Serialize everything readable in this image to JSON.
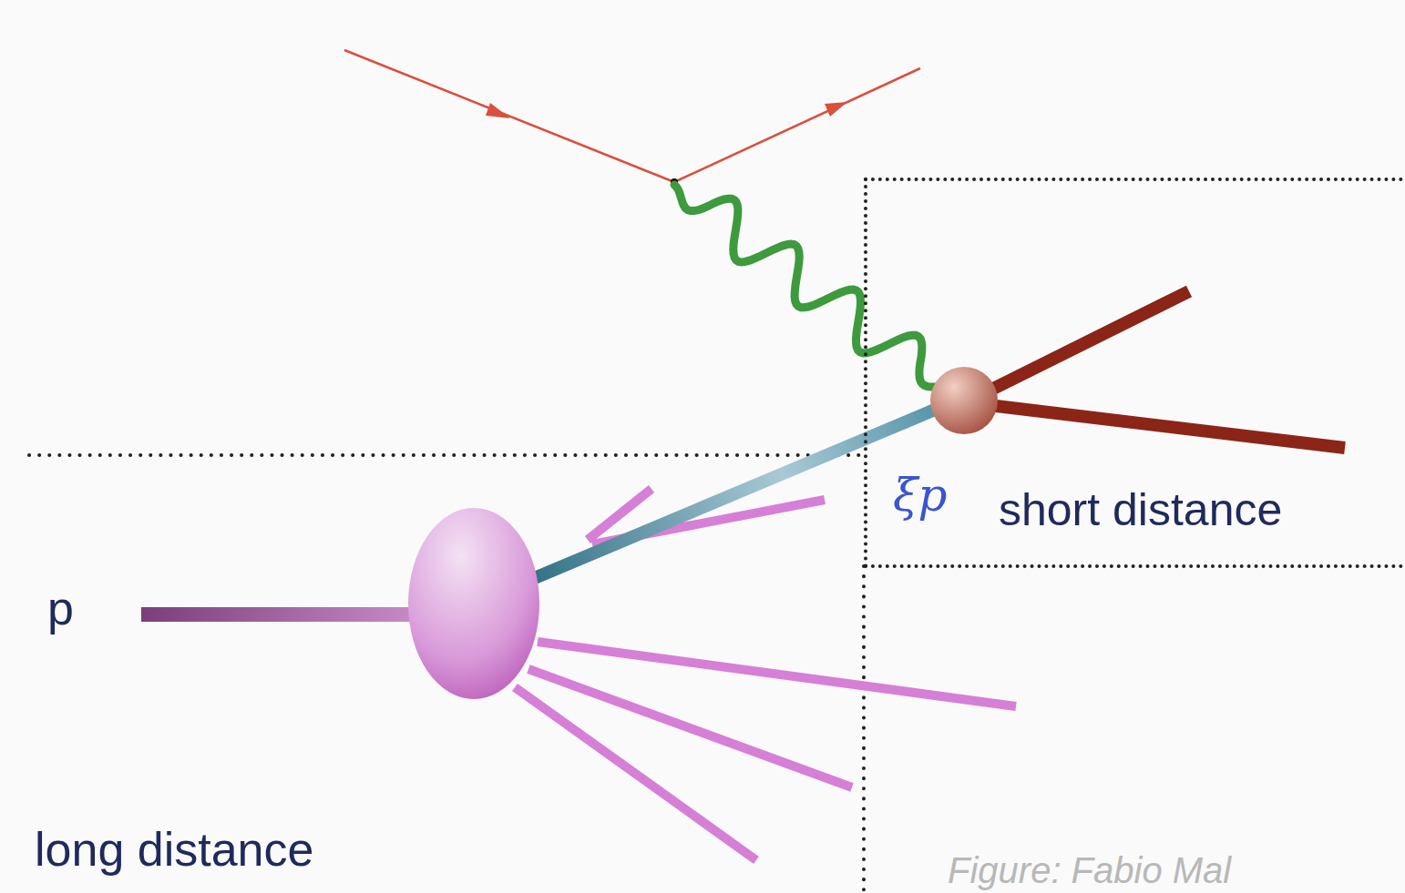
{
  "diagram": {
    "nodes": [
      {
        "text": [
          "ξp",
          "short distance"
        ]
      }
    ],
    "labels": [
      "p",
      "long distance",
      "Figure: Fabio Mal"
    ]
  }
}
